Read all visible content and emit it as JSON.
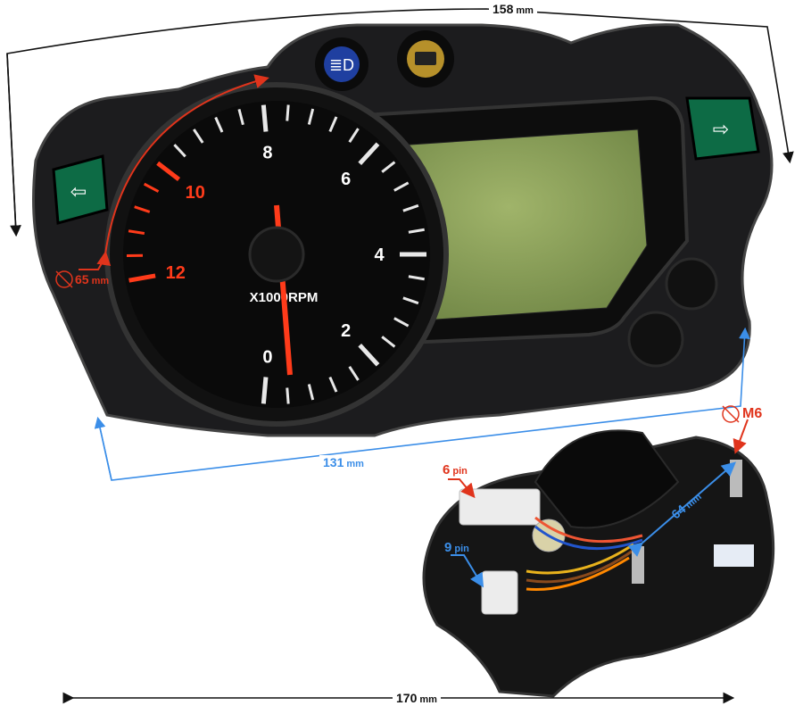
{
  "dimensions": {
    "width": {
      "value": "158",
      "unit": "mm"
    },
    "display_width": {
      "value": "131",
      "unit": "mm"
    },
    "gauge_diameter": {
      "value": "65",
      "unit": "mm"
    },
    "housing_width": {
      "value": "170",
      "unit": "mm"
    },
    "bolt_spacing": {
      "value": "64",
      "unit": "mm"
    },
    "bolt_thread": {
      "value": "M6"
    }
  },
  "connectors": [
    {
      "value": "6",
      "unit": "pin"
    },
    {
      "value": "9",
      "unit": "pin"
    }
  ],
  "gauge": {
    "ticks": [
      "0",
      "2",
      "4",
      "6",
      "8",
      "10",
      "12"
    ],
    "unit_label": "X1000RPM"
  },
  "colors": {
    "red_annotation": "#e0341c",
    "blue_annotation": "#3b8ee8",
    "indicator_green": "#0d6b45",
    "lcd": "#8fa55a"
  }
}
